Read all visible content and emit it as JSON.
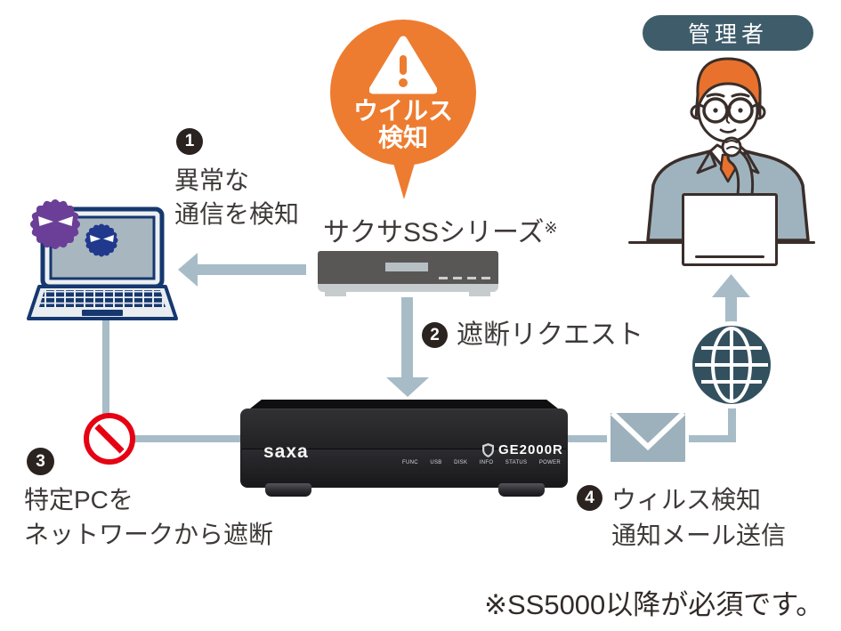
{
  "bubble": {
    "icon": "warning-triangle-icon",
    "line1": "ウイルス",
    "line2": "検知"
  },
  "device_label": {
    "text": "サクサSSシリーズ",
    "note_mark": "※"
  },
  "admin": {
    "label": "管理者"
  },
  "router": {
    "brand": "saxa",
    "model": "GE2000R",
    "leds": [
      "FUNC",
      "USB",
      "DISK",
      "INFO",
      "STATUS",
      "POWER"
    ]
  },
  "steps": [
    {
      "num": "1",
      "line1": "異常な",
      "line2": "通信を検知"
    },
    {
      "num": "2",
      "line1": "遮断リクエスト",
      "line2": ""
    },
    {
      "num": "3",
      "line1": "特定PCを",
      "line2": "ネットワークから遮断"
    },
    {
      "num": "4",
      "line1": "ウィルス検知",
      "line2": "通知メール送信"
    }
  ],
  "footnote": "※SS5000以降が必須です。",
  "colors": {
    "orange": "#ed7c30",
    "steel": "#a7bcc7",
    "slate": "#3f5c6b",
    "globe": "#33505f",
    "red": "#e60012",
    "navy": "#16386f",
    "virus_purple": "#6b3f97",
    "virus_blue": "#20398c",
    "ink": "#3e3a39",
    "badge": "#2a2320"
  }
}
